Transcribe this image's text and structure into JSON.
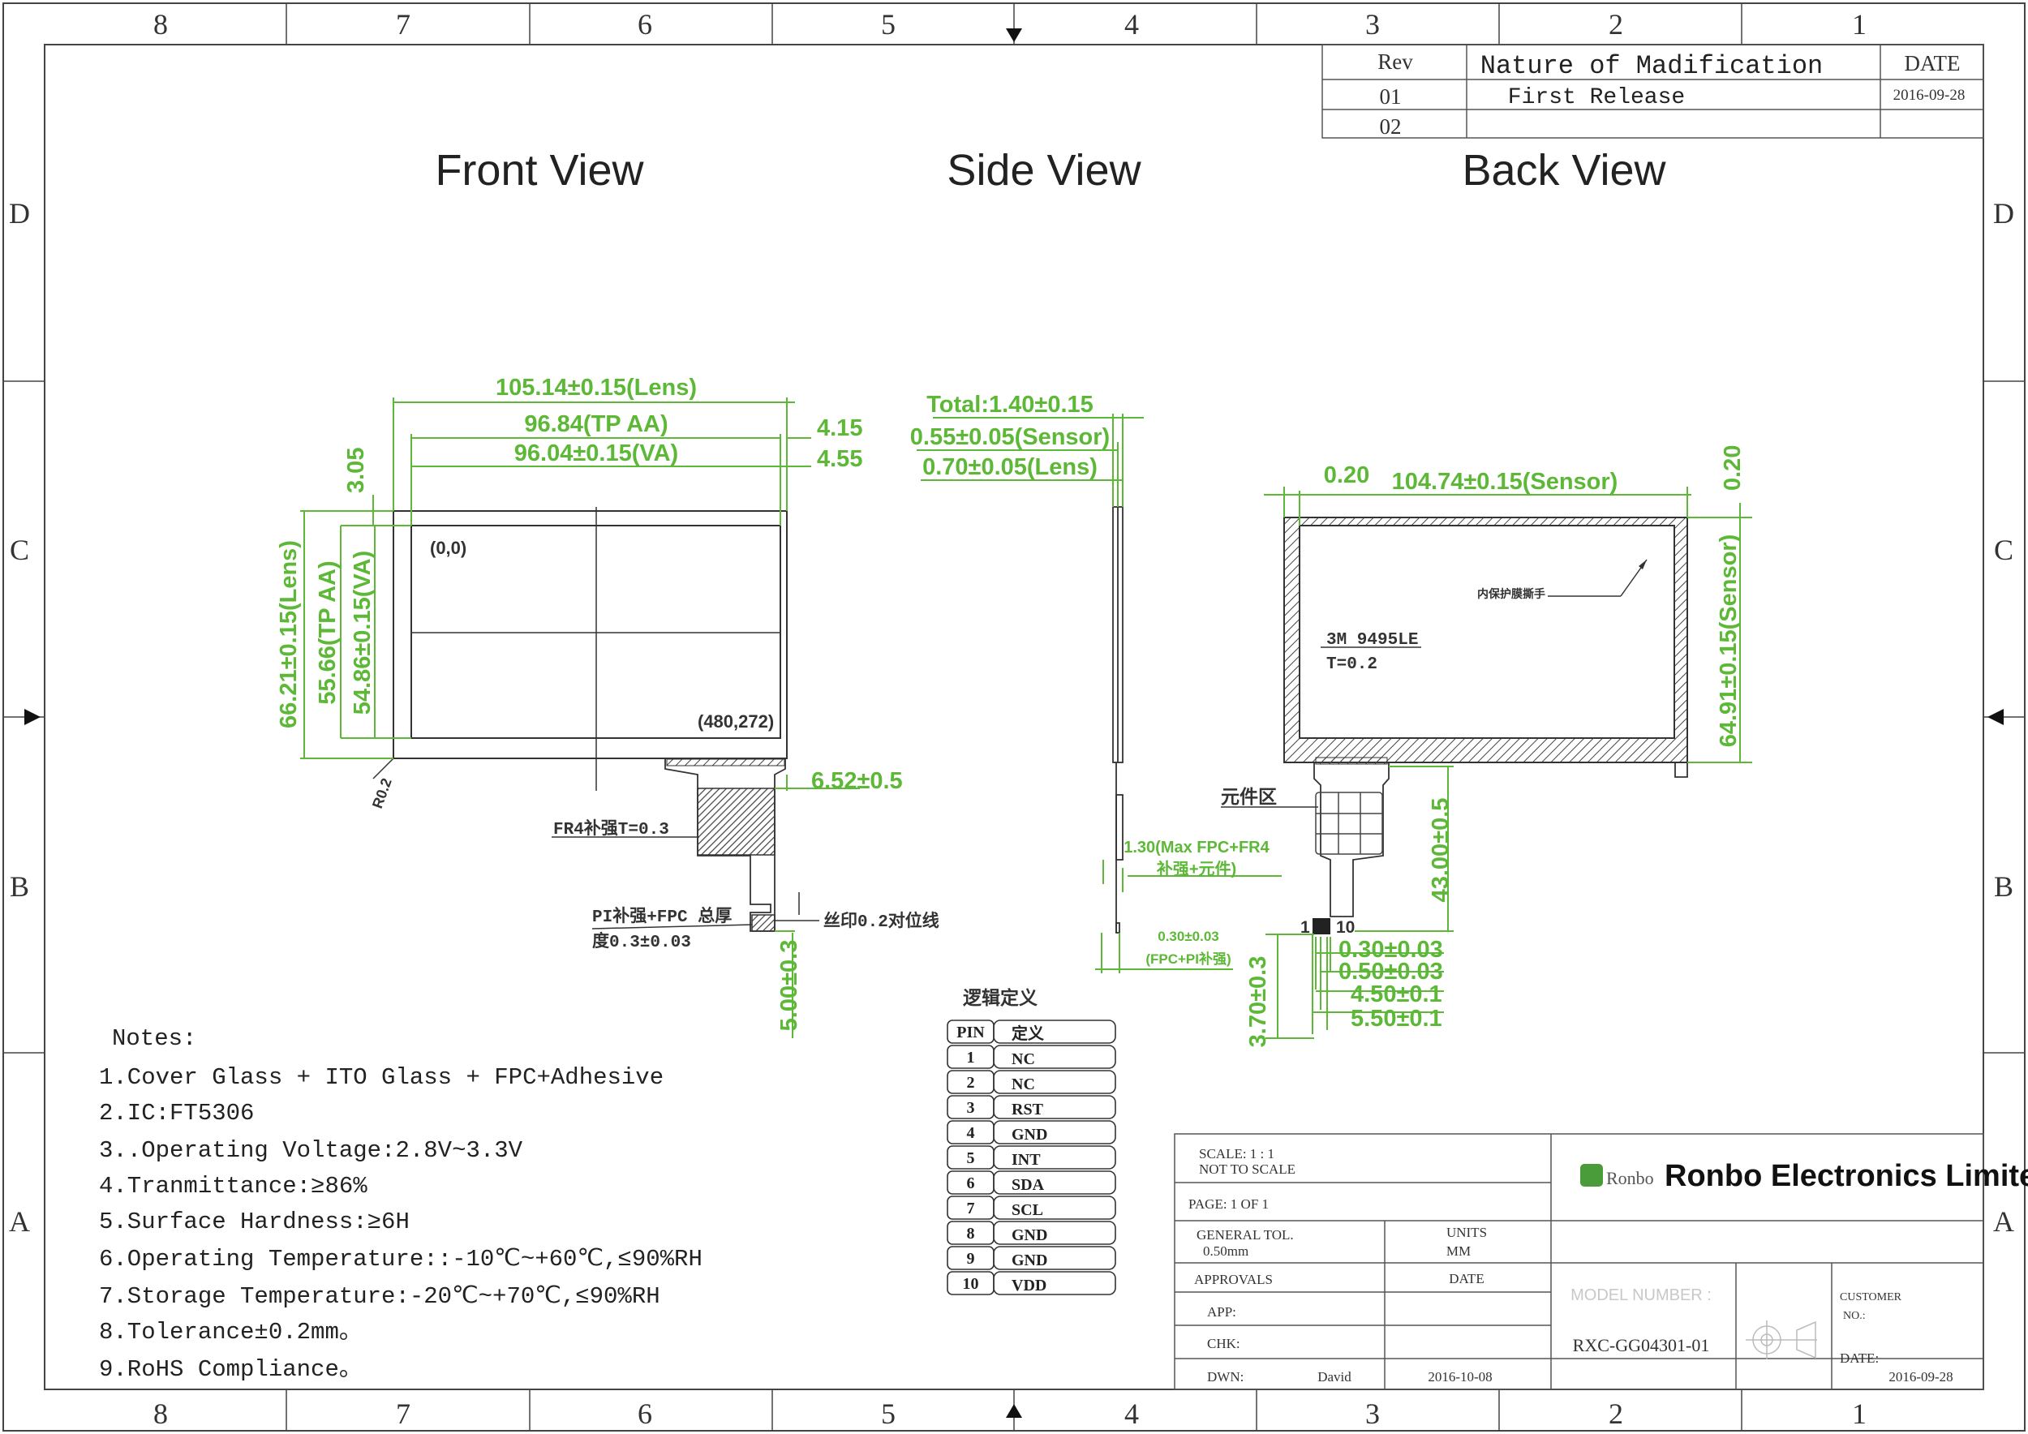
{
  "frame": {
    "col_labels": [
      "8",
      "7",
      "6",
      "5",
      "4",
      "3",
      "2",
      "1"
    ],
    "row_labels": [
      "D",
      "C",
      "B",
      "A"
    ]
  },
  "revision": {
    "headers": [
      "Rev",
      "Nature of Madification",
      "DATE"
    ],
    "rows": [
      {
        "rev": "01",
        "desc": "First Release",
        "date": "2016-09-28"
      },
      {
        "rev": "02",
        "desc": "",
        "date": ""
      }
    ]
  },
  "views": {
    "front": "Front View",
    "side": "Side View",
    "back": "Back View"
  },
  "front": {
    "lens_w": "105.14±0.15(Lens)",
    "tpaa_w": "96.84(TP AA)",
    "va_w": "96.04±0.15(VA)",
    "off_415": "4.15",
    "off_455": "4.55",
    "off_305": "3.05",
    "lens_h": "66.21±0.15(Lens)",
    "tpaa_h": "55.66(TP AA)",
    "va_h": "54.86±0.15(VA)",
    "origin": "(0,0)",
    "corner": "(480,272)",
    "r02": "R0.2",
    "fpc_off": "6.52±0.5",
    "fr4": "FR4补强T=0.3",
    "pi1": "PI补强+FPC 总厚",
    "pi2": "度0.3±0.03",
    "silk": "丝印0.2对位线",
    "tail": "5.00±0.3"
  },
  "side": {
    "total": "Total:1.40±0.15",
    "sensor": "0.55±0.05(Sensor)",
    "lens": "0.70±0.05(Lens)",
    "max1": "1.30(Max FPC+FR4",
    "max2": "补强+元件)",
    "fpc1": "0.30±0.03",
    "fpc2": "(FPC+PI补强)"
  },
  "back": {
    "off_020a": "0.20",
    "sensor_w": "104.74±0.15(Sensor)",
    "off_020b": "0.20",
    "sensor_h": "64.91±0.15(Sensor)",
    "film": "内保护膜撕手",
    "tape": "3M 9495LE",
    "tape_t": "T=0.2",
    "comp": "元件区",
    "fpc_len": "43.00±0.5",
    "pin1": "1",
    "pin10": "10",
    "d030": "0.30±0.03",
    "d050": "0.50±0.03",
    "d450": "4.50±0.1",
    "d550": "5.50±0.1",
    "d370": "3.70±0.3"
  },
  "pins": {
    "title": "逻辑定义",
    "headers": [
      "PIN",
      "定义"
    ],
    "rows": [
      [
        "1",
        "NC"
      ],
      [
        "2",
        "NC"
      ],
      [
        "3",
        "RST"
      ],
      [
        "4",
        "GND"
      ],
      [
        "5",
        "INT"
      ],
      [
        "6",
        "SDA"
      ],
      [
        "7",
        "SCL"
      ],
      [
        "8",
        "GND"
      ],
      [
        "9",
        "GND"
      ],
      [
        "10",
        "VDD"
      ]
    ]
  },
  "notes": {
    "title": "Notes:",
    "items": [
      "1.Cover Glass + ITO Glass  + FPC+Adhesive",
      "2.IC:FT5306",
      "3..Operating Voltage:2.8V~3.3V",
      "4.Tranmittance:≥86%",
      "5.Surface Hardness:≥6H",
      "6.Operating Temperature::-10℃~+60℃,≤90%RH",
      "7.Storage Temperature:-20℃~+70℃,≤90%RH",
      "8.Tolerance±0.2mm。",
      "9.RoHS Compliance。"
    ]
  },
  "titleblock": {
    "scale": "SCALE: 1 : 1",
    "not_to_scale": "NOT TO SCALE",
    "page": "PAGE:  1 OF 1",
    "gen_tol": "GENERAL TOL.",
    "gen_tol_val": "0.50mm",
    "units": "UNITS",
    "units_val": "MM",
    "approvals": "APPROVALS",
    "date_hdr": "DATE",
    "app": "APP:",
    "chk": "CHK:",
    "dwn": "DWN:",
    "dwn_name": "David",
    "dwn_date": "2016-10-08",
    "company": "Ronbo Electronics Limited",
    "logo_text": "Ronbo",
    "model_label": "MODEL NUMBER :",
    "model": "RXC-GG04301-01",
    "customer": "CUSTOMER",
    "customer_no": "NO.:",
    "date_label": "DATE:",
    "date_val": "2016-09-28"
  }
}
